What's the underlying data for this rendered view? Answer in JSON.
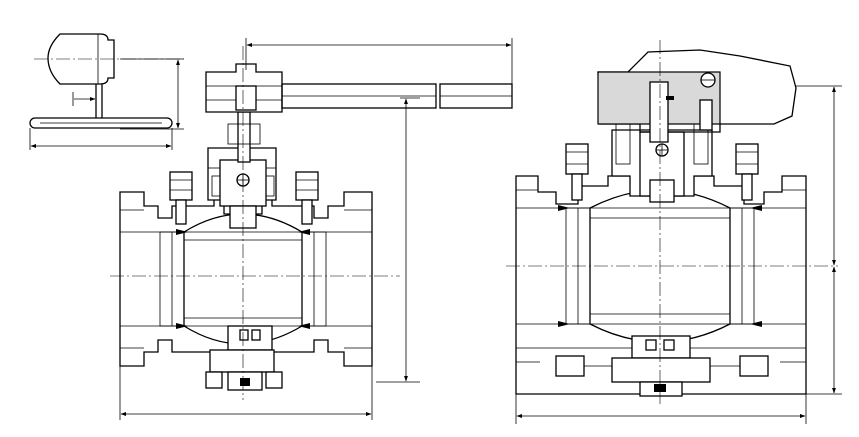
{
  "drawing": {
    "views": [
      "lever-operated-ball-valve",
      "gear-operated-ball-valve",
      "handwheel-plan-view"
    ]
  }
}
